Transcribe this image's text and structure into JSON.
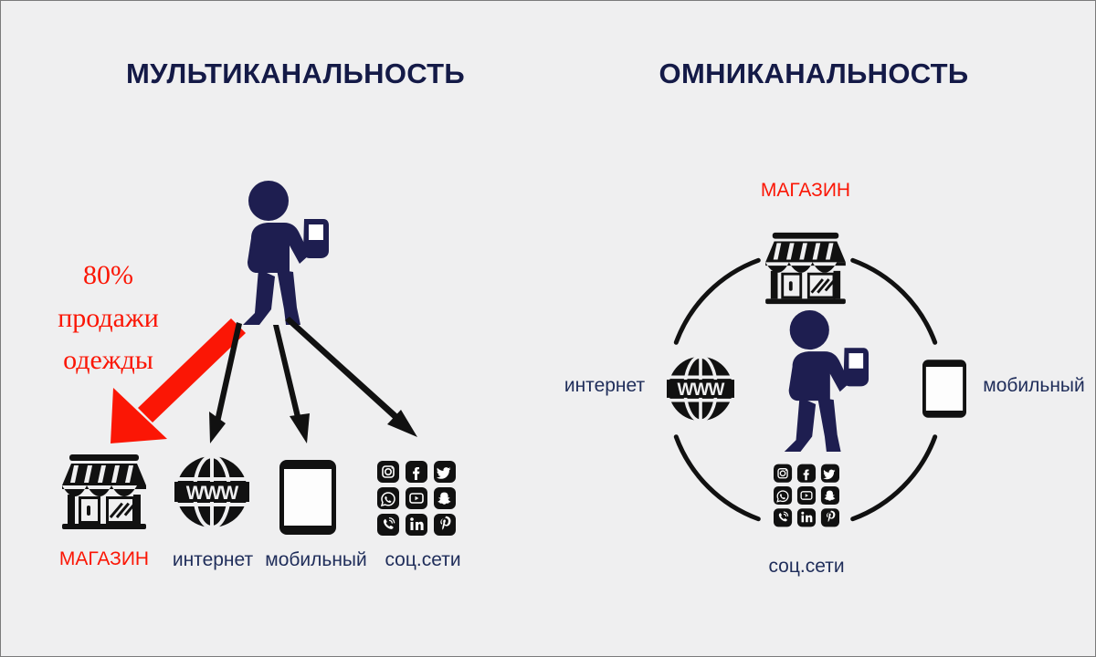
{
  "colors": {
    "background": "#efeff0",
    "navy": "#141a47",
    "person_navy": "#1e1e50",
    "red": "#fb1605",
    "black": "#111111",
    "label_navy": "#1f2d5a",
    "border": "#7b7b7b"
  },
  "left_panel": {
    "title": "МУЛЬТИКАНАЛЬНОСТЬ",
    "callout": {
      "line1": "80%",
      "line2": "продажи",
      "line3": "одежды"
    },
    "person": {
      "icon": "person-with-phone-icon"
    },
    "arrows": [
      {
        "name": "arrow-to-store",
        "color": "#fb1605",
        "style": "thick"
      },
      {
        "name": "arrow-to-internet",
        "color": "#111111",
        "style": "thin"
      },
      {
        "name": "arrow-to-mobile",
        "color": "#111111",
        "style": "thin"
      },
      {
        "name": "arrow-to-social",
        "color": "#111111",
        "style": "thin"
      }
    ],
    "channels": [
      {
        "id": "store",
        "label": "МАГАЗИН",
        "icon": "store-icon",
        "highlighted": true
      },
      {
        "id": "internet",
        "label": "интернет",
        "icon": "globe-www-icon",
        "highlighted": false
      },
      {
        "id": "mobile",
        "label": "мобильный",
        "icon": "smartphone-icon",
        "highlighted": false
      },
      {
        "id": "social",
        "label": "соц.сети",
        "icon": "social-grid-icon",
        "highlighted": false
      }
    ]
  },
  "right_panel": {
    "title": "ОМНИКАНАЛЬНОСТЬ",
    "person": {
      "icon": "person-with-phone-icon"
    },
    "circle": {
      "name": "omnichannel-circle",
      "stroke": "#111111"
    },
    "channels": [
      {
        "id": "store",
        "label": "МАГАЗИН",
        "icon": "store-icon",
        "position": "top",
        "highlighted": true
      },
      {
        "id": "internet",
        "label": "интернет",
        "icon": "globe-www-icon",
        "position": "left",
        "highlighted": false
      },
      {
        "id": "mobile",
        "label": "мобильный",
        "icon": "smartphone-icon",
        "position": "right",
        "highlighted": false
      },
      {
        "id": "social",
        "label": "соц.сети",
        "icon": "social-grid-icon",
        "position": "bottom",
        "highlighted": false
      }
    ]
  },
  "social_icons": [
    {
      "name": "instagram-icon"
    },
    {
      "name": "facebook-icon"
    },
    {
      "name": "twitter-icon"
    },
    {
      "name": "whatsapp-icon"
    },
    {
      "name": "youtube-icon"
    },
    {
      "name": "snapchat-icon"
    },
    {
      "name": "viber-icon"
    },
    {
      "name": "linkedin-icon"
    },
    {
      "name": "pinterest-icon"
    }
  ]
}
